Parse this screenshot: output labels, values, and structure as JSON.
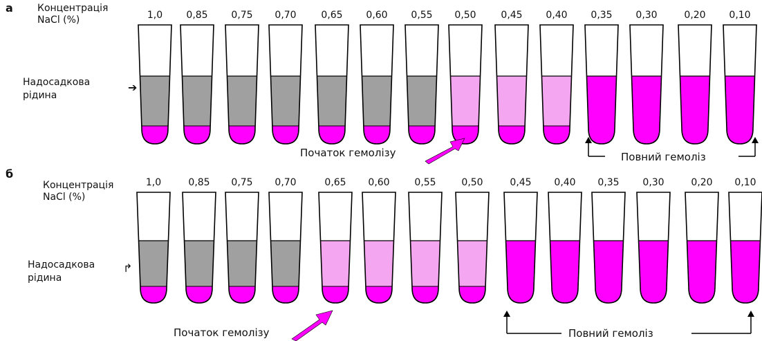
{
  "panels": [
    {
      "letter": "а",
      "concentration_label": [
        "Концентрація",
        "NaCl (%)"
      ],
      "supernatant_label": [
        "Надосадкова",
        "рідина"
      ],
      "onset_label": "Початок гемолізу",
      "complete_label": "Повний гемоліз",
      "tubes": [
        {
          "value": "1,0",
          "state": "intact"
        },
        {
          "value": "0,85",
          "state": "intact"
        },
        {
          "value": "0,75",
          "state": "intact"
        },
        {
          "value": "0,70",
          "state": "intact"
        },
        {
          "value": "0,65",
          "state": "intact"
        },
        {
          "value": "0,60",
          "state": "intact"
        },
        {
          "value": "0,55",
          "state": "intact"
        },
        {
          "value": "0,50",
          "state": "partial"
        },
        {
          "value": "0,45",
          "state": "partial"
        },
        {
          "value": "0,40",
          "state": "partial"
        },
        {
          "value": "0,35",
          "state": "complete"
        },
        {
          "value": "0,30",
          "state": "complete"
        },
        {
          "value": "0,20",
          "state": "complete"
        },
        {
          "value": "0,10",
          "state": "complete"
        }
      ]
    },
    {
      "letter": "б",
      "concentration_label": [
        "Концентрація",
        "NaCl (%)"
      ],
      "supernatant_label": [
        "Надосадкова",
        "рідина"
      ],
      "onset_label": "Початок гемолізу",
      "complete_label": "Повний гемоліз",
      "tubes": [
        {
          "value": "1,0",
          "state": "intact"
        },
        {
          "value": "0,85",
          "state": "intact"
        },
        {
          "value": "0,75",
          "state": "intact"
        },
        {
          "value": "0,70",
          "state": "intact"
        },
        {
          "value": "0,65",
          "state": "partial"
        },
        {
          "value": "0,60",
          "state": "partial"
        },
        {
          "value": "0,55",
          "state": "partial"
        },
        {
          "value": "0,50",
          "state": "partial"
        },
        {
          "value": "0,45",
          "state": "complete"
        },
        {
          "value": "0,40",
          "state": "complete"
        },
        {
          "value": "0,35",
          "state": "complete"
        },
        {
          "value": "0,30",
          "state": "complete"
        },
        {
          "value": "0,20",
          "state": "complete"
        },
        {
          "value": "0,10",
          "state": "complete"
        }
      ]
    }
  ],
  "colors": {
    "red_cells": "#ff00ff",
    "complete_hemolysis": "#ff00ff",
    "partial_hemolysis": "#f4a6f0",
    "intact_supernatant": "#a0a0a0",
    "outline": "#000000",
    "arrow": "#ff00ff"
  }
}
